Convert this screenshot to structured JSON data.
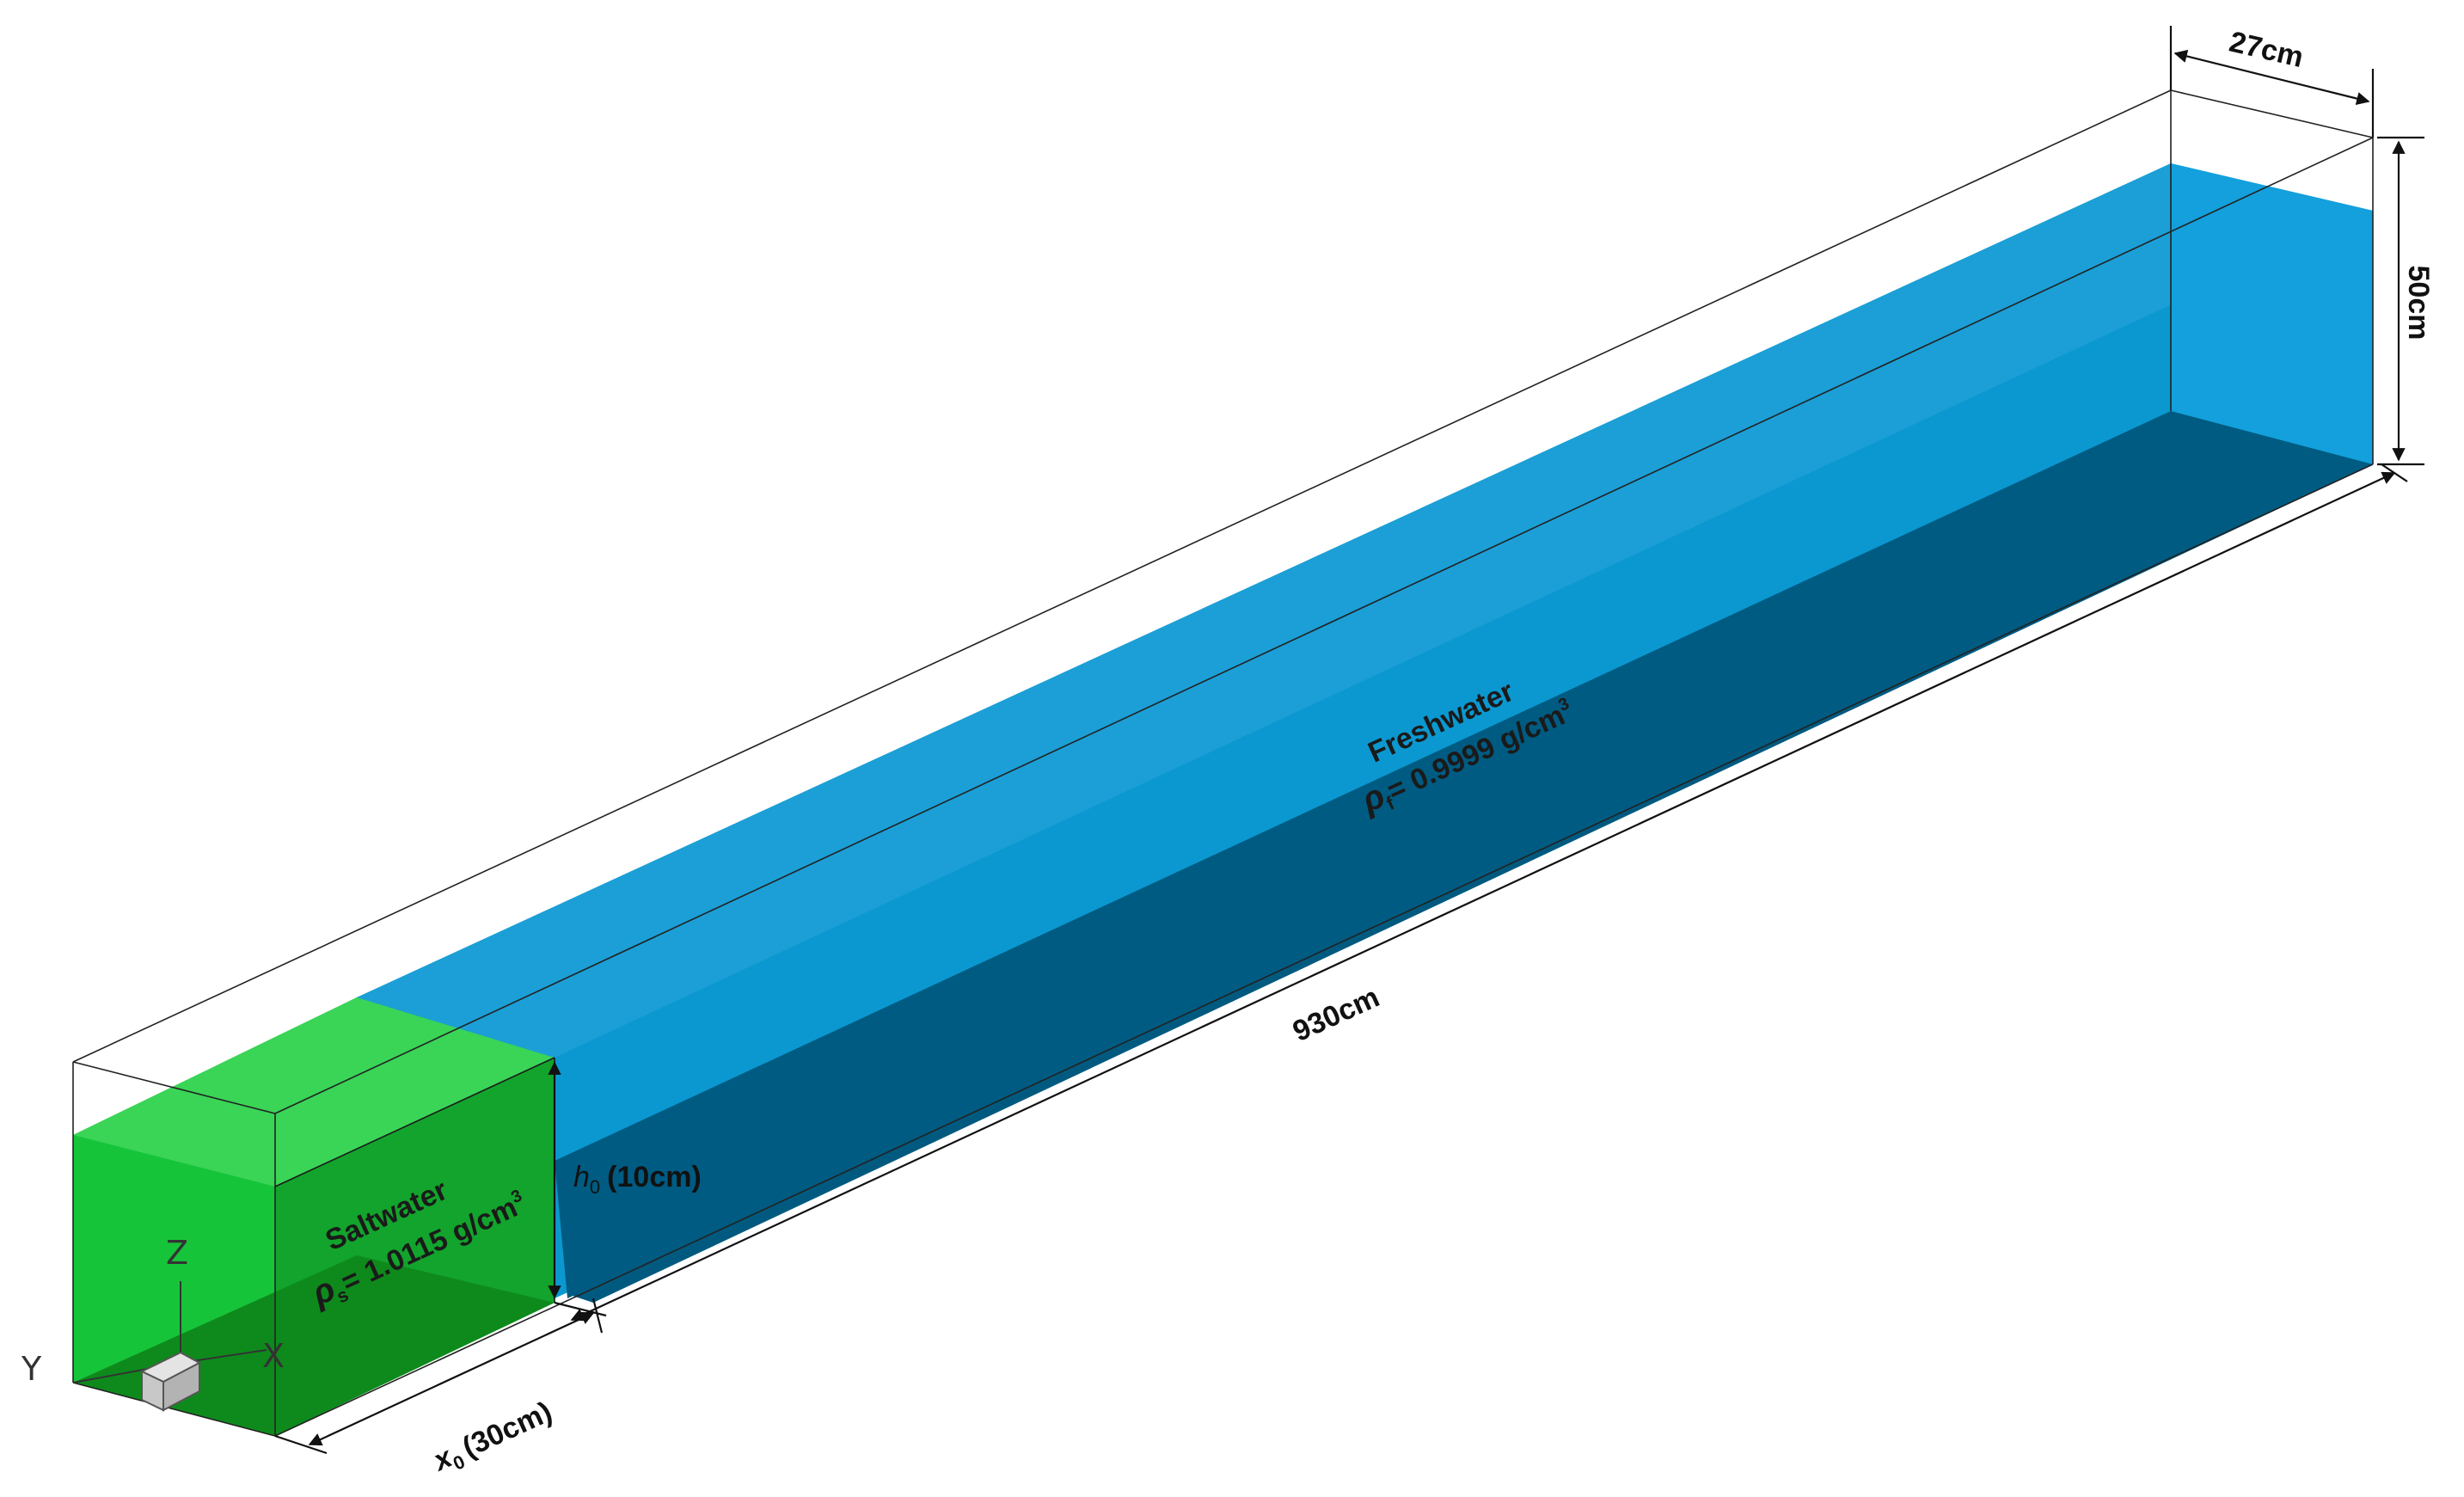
{
  "dimensions": {
    "width": "27cm",
    "height": "50cm",
    "length": "930cm",
    "x0": "x",
    "x0_sub": "0",
    "x0_value": "(30cm)",
    "h0": "h",
    "h0_sub": "0",
    "h0_value": "(10cm)"
  },
  "freshwater": {
    "label": "Freshwater",
    "rho": "ρ",
    "rho_sub": "f",
    "rho_value": "= 0.9999 g/cm",
    "rho_sup": "3"
  },
  "saltwater": {
    "label": "Saltwater",
    "rho": "ρ",
    "rho_sub": "s",
    "rho_value": "= 1.0115 g/cm",
    "rho_sup": "3"
  },
  "axes": {
    "x": "X",
    "y": "Y",
    "z": "Z"
  },
  "colors": {
    "freshwater_top": "#1e9bd0",
    "freshwater_side": "#0a97cf",
    "freshwater_end": "#13a0dc",
    "freshwater_bottom": "#005a80",
    "saltwater_front": "#14c23a",
    "saltwater_top": "#2fcf4f",
    "saltwater_bottom": "#0e8a1c"
  }
}
